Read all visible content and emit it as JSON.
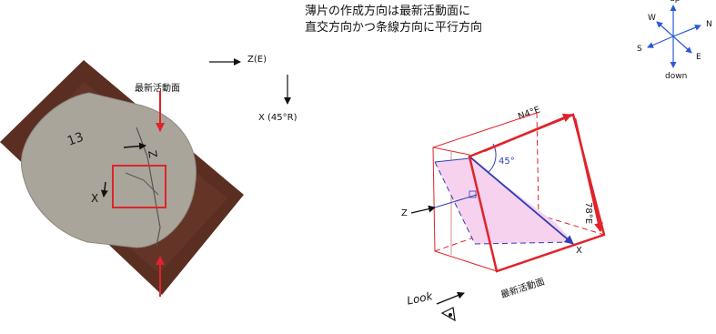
{
  "caption": {
    "line1": "薄片の作成方向は最新活動面に",
    "line2": "直交方向かつ条線方向に平行方向"
  },
  "photo": {
    "surface_label": "最新活動面",
    "sample_number": "13",
    "axis_z_mark": "Z",
    "axis_x_mark": "X",
    "rock_color": "#a9a59b",
    "background_color": "#5a2f22",
    "box_color": "#e0232a"
  },
  "axes_legend": {
    "z_label": "Z(E)",
    "x_label": "X (45°R)"
  },
  "compass": {
    "up": "up",
    "w": "W",
    "n": "N",
    "s": "S",
    "e": "E",
    "down": "down",
    "arrow_color": "#2a5bd7"
  },
  "block_diagram": {
    "strike_label": "N4°E",
    "dip_label": "78°E",
    "angle_label": "45°",
    "z_label": "Z",
    "x_label": "X",
    "surface_label": "最新活動面",
    "look_label": "Look",
    "red_color": "#e0232a",
    "blue_color": "#2e3fb3",
    "plane_fill": "#f7d2ee"
  }
}
